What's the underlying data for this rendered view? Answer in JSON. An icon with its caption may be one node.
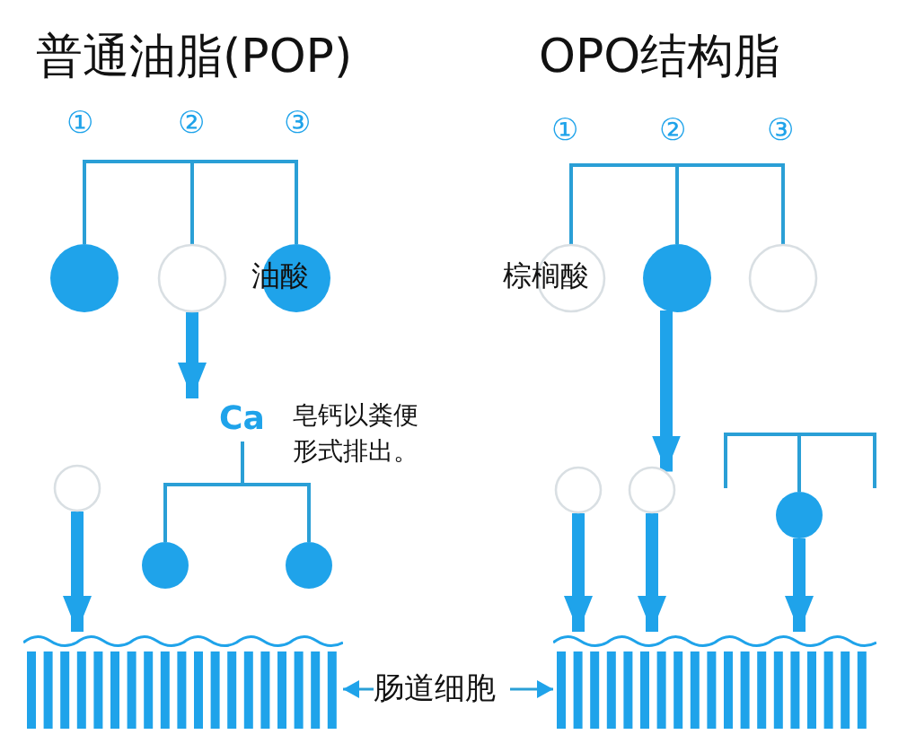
{
  "diagram": {
    "nodes": [
      {
        "text": [],
        "shape": "circle"
      },
      {
        "text": [],
        "shape": "circle"
      },
      {
        "text": [
          "油酸"
        ]
      },
      {
        "text": [
          "Ca"
        ]
      },
      {
        "text": [],
        "shape": "circle"
      },
      {
        "text": [],
        "shape": "circle"
      },
      {
        "text": [],
        "shape": "circle"
      },
      {
        "text": [],
        "shape": "picture"
      },
      {
        "text": [
          "肠道细胞"
        ]
      },
      {
        "text": [],
        "shape": "picture"
      },
      {
        "text": [
          "棕榈酸"
        ]
      },
      {
        "text": [],
        "shape": "circle"
      },
      {
        "text": [],
        "shape": "circle"
      },
      {
        "text": [],
        "shape": "circle"
      },
      {
        "text": [],
        "shape": "circle"
      },
      {
        "text": [],
        "shape": "circle"
      }
    ],
    "edges": [
      {
        "from": 1,
        "to": 0,
        "arrow": "none"
      },
      {
        "from": 1,
        "to": 2,
        "arrow": "none"
      },
      {
        "from": 3,
        "to": 5,
        "arrow": "none"
      },
      {
        "from": 3,
        "to": 6,
        "arrow": "none"
      },
      {
        "from": 11,
        "to": 10,
        "arrow": "none"
      },
      {
        "from": 11,
        "to": 12,
        "arrow": "none"
      },
      {
        "from": null,
        "to": 15,
        "arrow": "none"
      },
      {
        "from": 1,
        "to": 3,
        "arrow": "to",
        "style": "thick"
      },
      {
        "from": 4,
        "to": 7,
        "arrow": "to",
        "style": "thick"
      },
      {
        "from": 11,
        "to": 14,
        "arrow": "to",
        "style": "thick"
      },
      {
        "from": 13,
        "to": 9,
        "arrow": "to",
        "style": "thick"
      },
      {
        "from": 14,
        "to": 9,
        "arrow": "to",
        "style": "thick"
      },
      {
        "from": 15,
        "to": 9,
        "arrow": "to",
        "style": "thick"
      },
      {
        "from": 8,
        "to": 7,
        "arrow": "to"
      },
      {
        "from": 8,
        "to": 9,
        "arrow": "to"
      }
    ],
    "labels": [
      "普通油脂(POP)",
      "OPO结构脂",
      "①",
      "②",
      "③",
      "①",
      "②",
      "③",
      "皂钙以粪便形式排出。"
    ]
  }
}
